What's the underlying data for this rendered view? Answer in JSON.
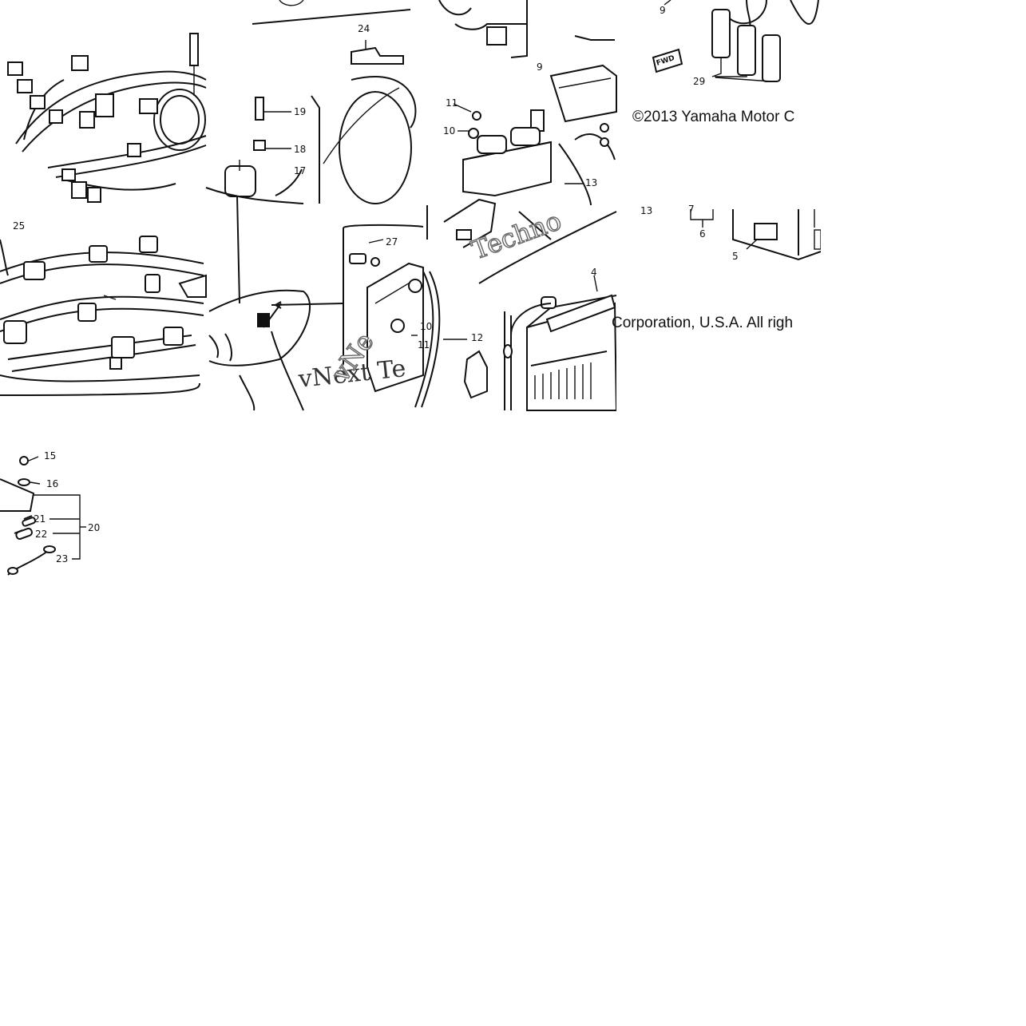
{
  "diagram": {
    "callouts": [
      {
        "id": "c4",
        "label": "4"
      },
      {
        "id": "c5",
        "label": "5"
      },
      {
        "id": "c6",
        "label": "6"
      },
      {
        "id": "c7",
        "label": "7"
      },
      {
        "id": "c9a",
        "label": "9"
      },
      {
        "id": "c9b",
        "label": "9"
      },
      {
        "id": "c10a",
        "label": "10"
      },
      {
        "id": "c10b",
        "label": "10"
      },
      {
        "id": "c11a",
        "label": "11"
      },
      {
        "id": "c11b",
        "label": "11"
      },
      {
        "id": "c12",
        "label": "12"
      },
      {
        "id": "c13a",
        "label": "13"
      },
      {
        "id": "c13b",
        "label": "13"
      },
      {
        "id": "c15",
        "label": "15"
      },
      {
        "id": "c16",
        "label": "16"
      },
      {
        "id": "c17",
        "label": "17"
      },
      {
        "id": "c18",
        "label": "18"
      },
      {
        "id": "c19",
        "label": "19"
      },
      {
        "id": "c20",
        "label": "20"
      },
      {
        "id": "c21",
        "label": "21"
      },
      {
        "id": "c22",
        "label": "22"
      },
      {
        "id": "c23",
        "label": "23"
      },
      {
        "id": "c24",
        "label": "24"
      },
      {
        "id": "c25",
        "label": "25"
      },
      {
        "id": "c27",
        "label": "27"
      },
      {
        "id": "c29",
        "label": "29"
      }
    ],
    "fwd_label": "FWD",
    "copyright_top": "©2013 Yamaha Motor C",
    "copyright_bottom": "Corporation, U.S.A. All righ",
    "watermark_top": "Techno",
    "watermark_bottom": "vNext Te",
    "watermark_diag": "vNe"
  }
}
